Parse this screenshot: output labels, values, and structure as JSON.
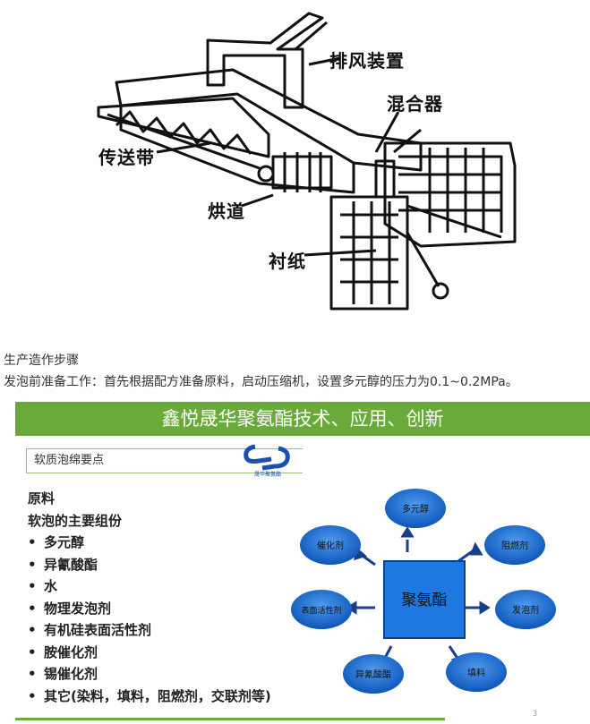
{
  "machine_labels": {
    "exhaust": "排风装置",
    "mixer": "混合器",
    "conveyor": "传送带",
    "oven": "烘道",
    "liner": "衬纸"
  },
  "caption": {
    "title": "生产造作步骤",
    "text": "发泡前准备工作：首先根据配方准备原料，启动压缩机，设置多元醇的压力为0.1~0.2MPa。"
  },
  "slide": {
    "header": "鑫悦晟华聚氨酯技术、应用、创新",
    "section_title": "软质泡绵要点",
    "logo_text": "晟华聚氨酯",
    "heading1": "原料",
    "heading2": "软泡的主要组份",
    "items": [
      "多元醇",
      "异氰酸酯",
      "水",
      "物理发泡剂",
      "有机硅表面活性剂",
      "胺催化剂",
      "锡催化剂",
      "其它(染料，填料，阻燃剂，交联剂等)"
    ],
    "center": "聚氨酯",
    "nodes": [
      "多元醇",
      "阻燃剂",
      "发泡剂",
      "填料",
      "异氰酸酯",
      "表面活性剂",
      "催化剂"
    ],
    "page_number": "3",
    "colors": {
      "header": "#6aaa3a",
      "node": "#1a6fd6",
      "center": "#1f78e0"
    }
  }
}
